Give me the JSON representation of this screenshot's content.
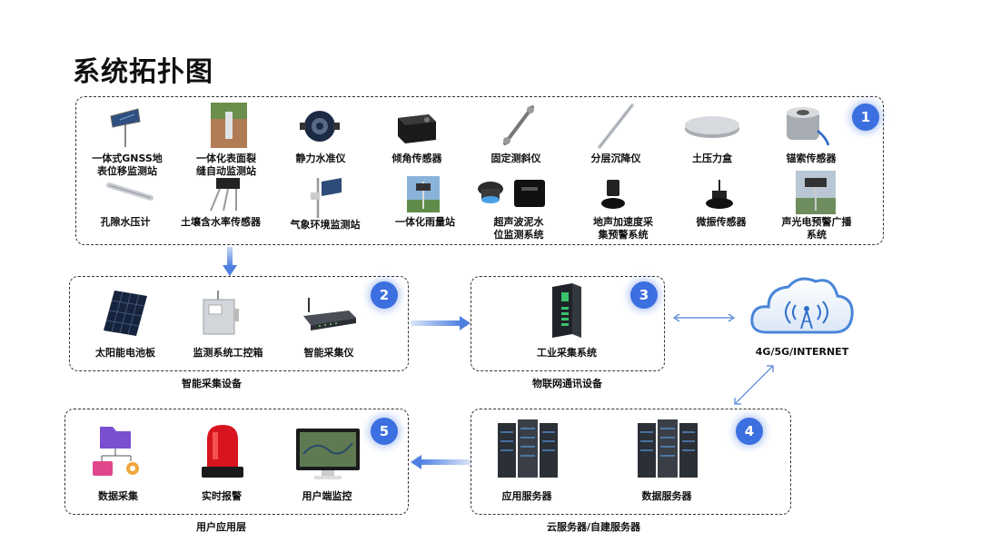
{
  "title": "系统拓扑图",
  "badges": [
    "1",
    "2",
    "3",
    "4",
    "5"
  ],
  "sensors_row1": [
    "一体式GNSS地\n表位移监测站",
    "一体化表面裂\n缝自动监测站",
    "静力水准仪",
    "倾角传感器",
    "固定测斜仪",
    "分层沉降仪",
    "土压力盒",
    "锚索传感器"
  ],
  "sensors_row2": [
    "孔隙水压计",
    "土壤含水率传感器",
    "气象环境监测站",
    "一体化雨量站",
    "超声波泥水\n位监测系统",
    "地声加速度采\n集预警系统",
    "微振传感器",
    "声光电预警广播\n系统"
  ],
  "acquisition": {
    "items": [
      "太阳能电池板",
      "监测系统工控箱",
      "智能采集仪"
    ],
    "group_label": "智能采集设备"
  },
  "iot": {
    "items": [
      "工业采集系统"
    ],
    "group_label": "物联网通讯设备"
  },
  "network": {
    "label": "4G/5G/INTERNET"
  },
  "servers": {
    "items": [
      "应用服务器",
      "数据服务器"
    ],
    "group_label": "云服务器/自建服务器"
  },
  "user_layer": {
    "items": [
      "数据采集",
      "实时报警",
      "用户端监控"
    ],
    "group_label": "用户应用层"
  },
  "colors": {
    "badge": "#3c6fe0",
    "arrow": "#5b86e5",
    "connector": "#4a7fd4",
    "dash": "#333333"
  }
}
